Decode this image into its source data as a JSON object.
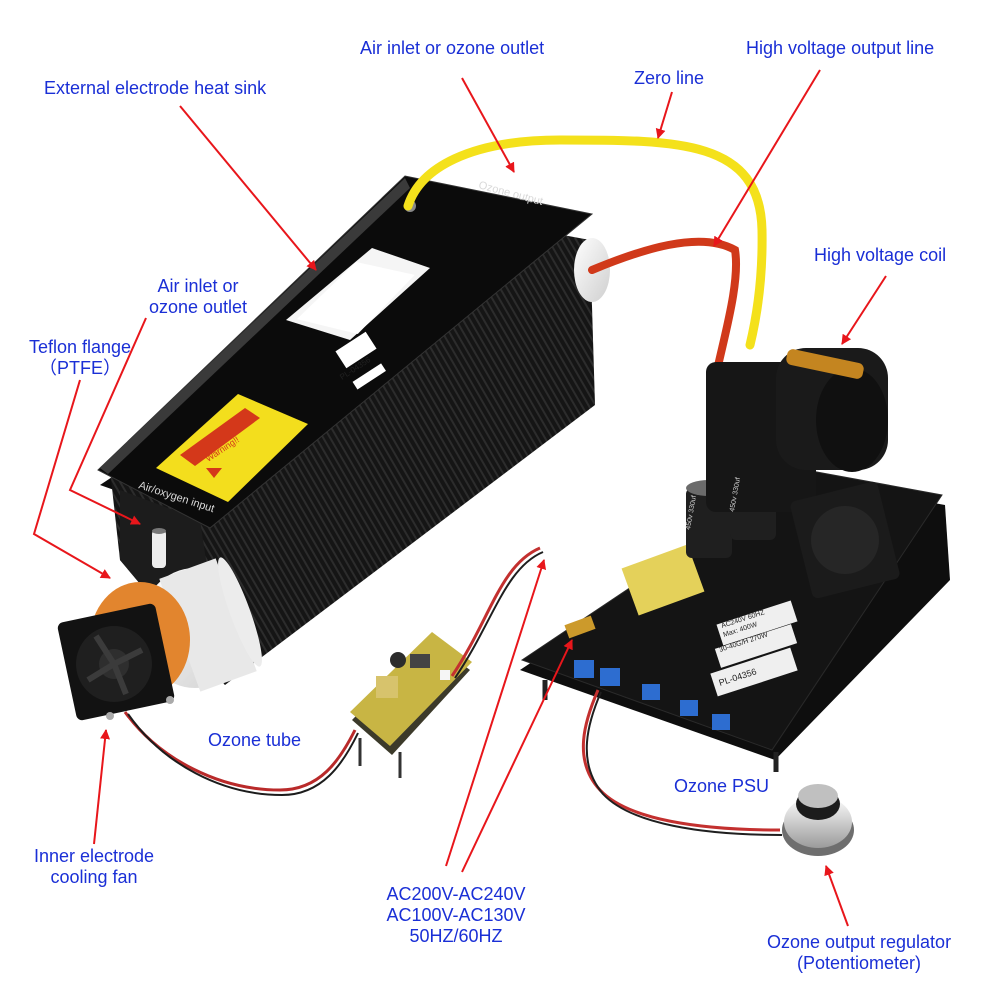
{
  "labels": {
    "heat_sink": "External electrode heat sink",
    "air_inlet_top": "Air inlet or ozone outlet",
    "zero_line": "Zero line",
    "hv_output_line": "High voltage output line",
    "hv_coil": "High voltage coil",
    "air_inlet_left_1": "Air inlet or",
    "air_inlet_left_2": "ozone outlet",
    "teflon_1": "Teflon flange",
    "teflon_2": "（PTFE）",
    "ozone_tube": "Ozone tube",
    "ozone_psu": "Ozone PSU",
    "cooling_fan_1": "Inner electrode",
    "cooling_fan_2": "cooling fan",
    "ac_1": "AC200V-AC240V",
    "ac_2": "AC100V-AC130V",
    "ac_3": "50HZ/60HZ",
    "regulator_1": "Ozone output regulator",
    "regulator_2": "(Potentiometer)"
  },
  "device_text": {
    "ozone_output_stamp": "Ozone output",
    "air_oxygen_input_stamp": "Air/oxygen input",
    "warning_tag": "Warning!!",
    "pl_code_tube": "PL-04356",
    "pl_code_psu": "PL-04356",
    "psu_ratings_1": "AC240V 60HZ",
    "psu_ratings_2": "Max: 400W",
    "psu_ratings_3": "30-40G/H 270W",
    "capacitor_1": "450v 330uf",
    "capacitor_2": "450v 330uf"
  },
  "colors": {
    "label_text": "#1a2fd6",
    "pointer_arrow": "#e8161b",
    "zero_line_wire": "#f4e11b",
    "hv_wire": "#d0391a",
    "heat_sink": "#121212",
    "warning_label": "#f3de1d"
  }
}
